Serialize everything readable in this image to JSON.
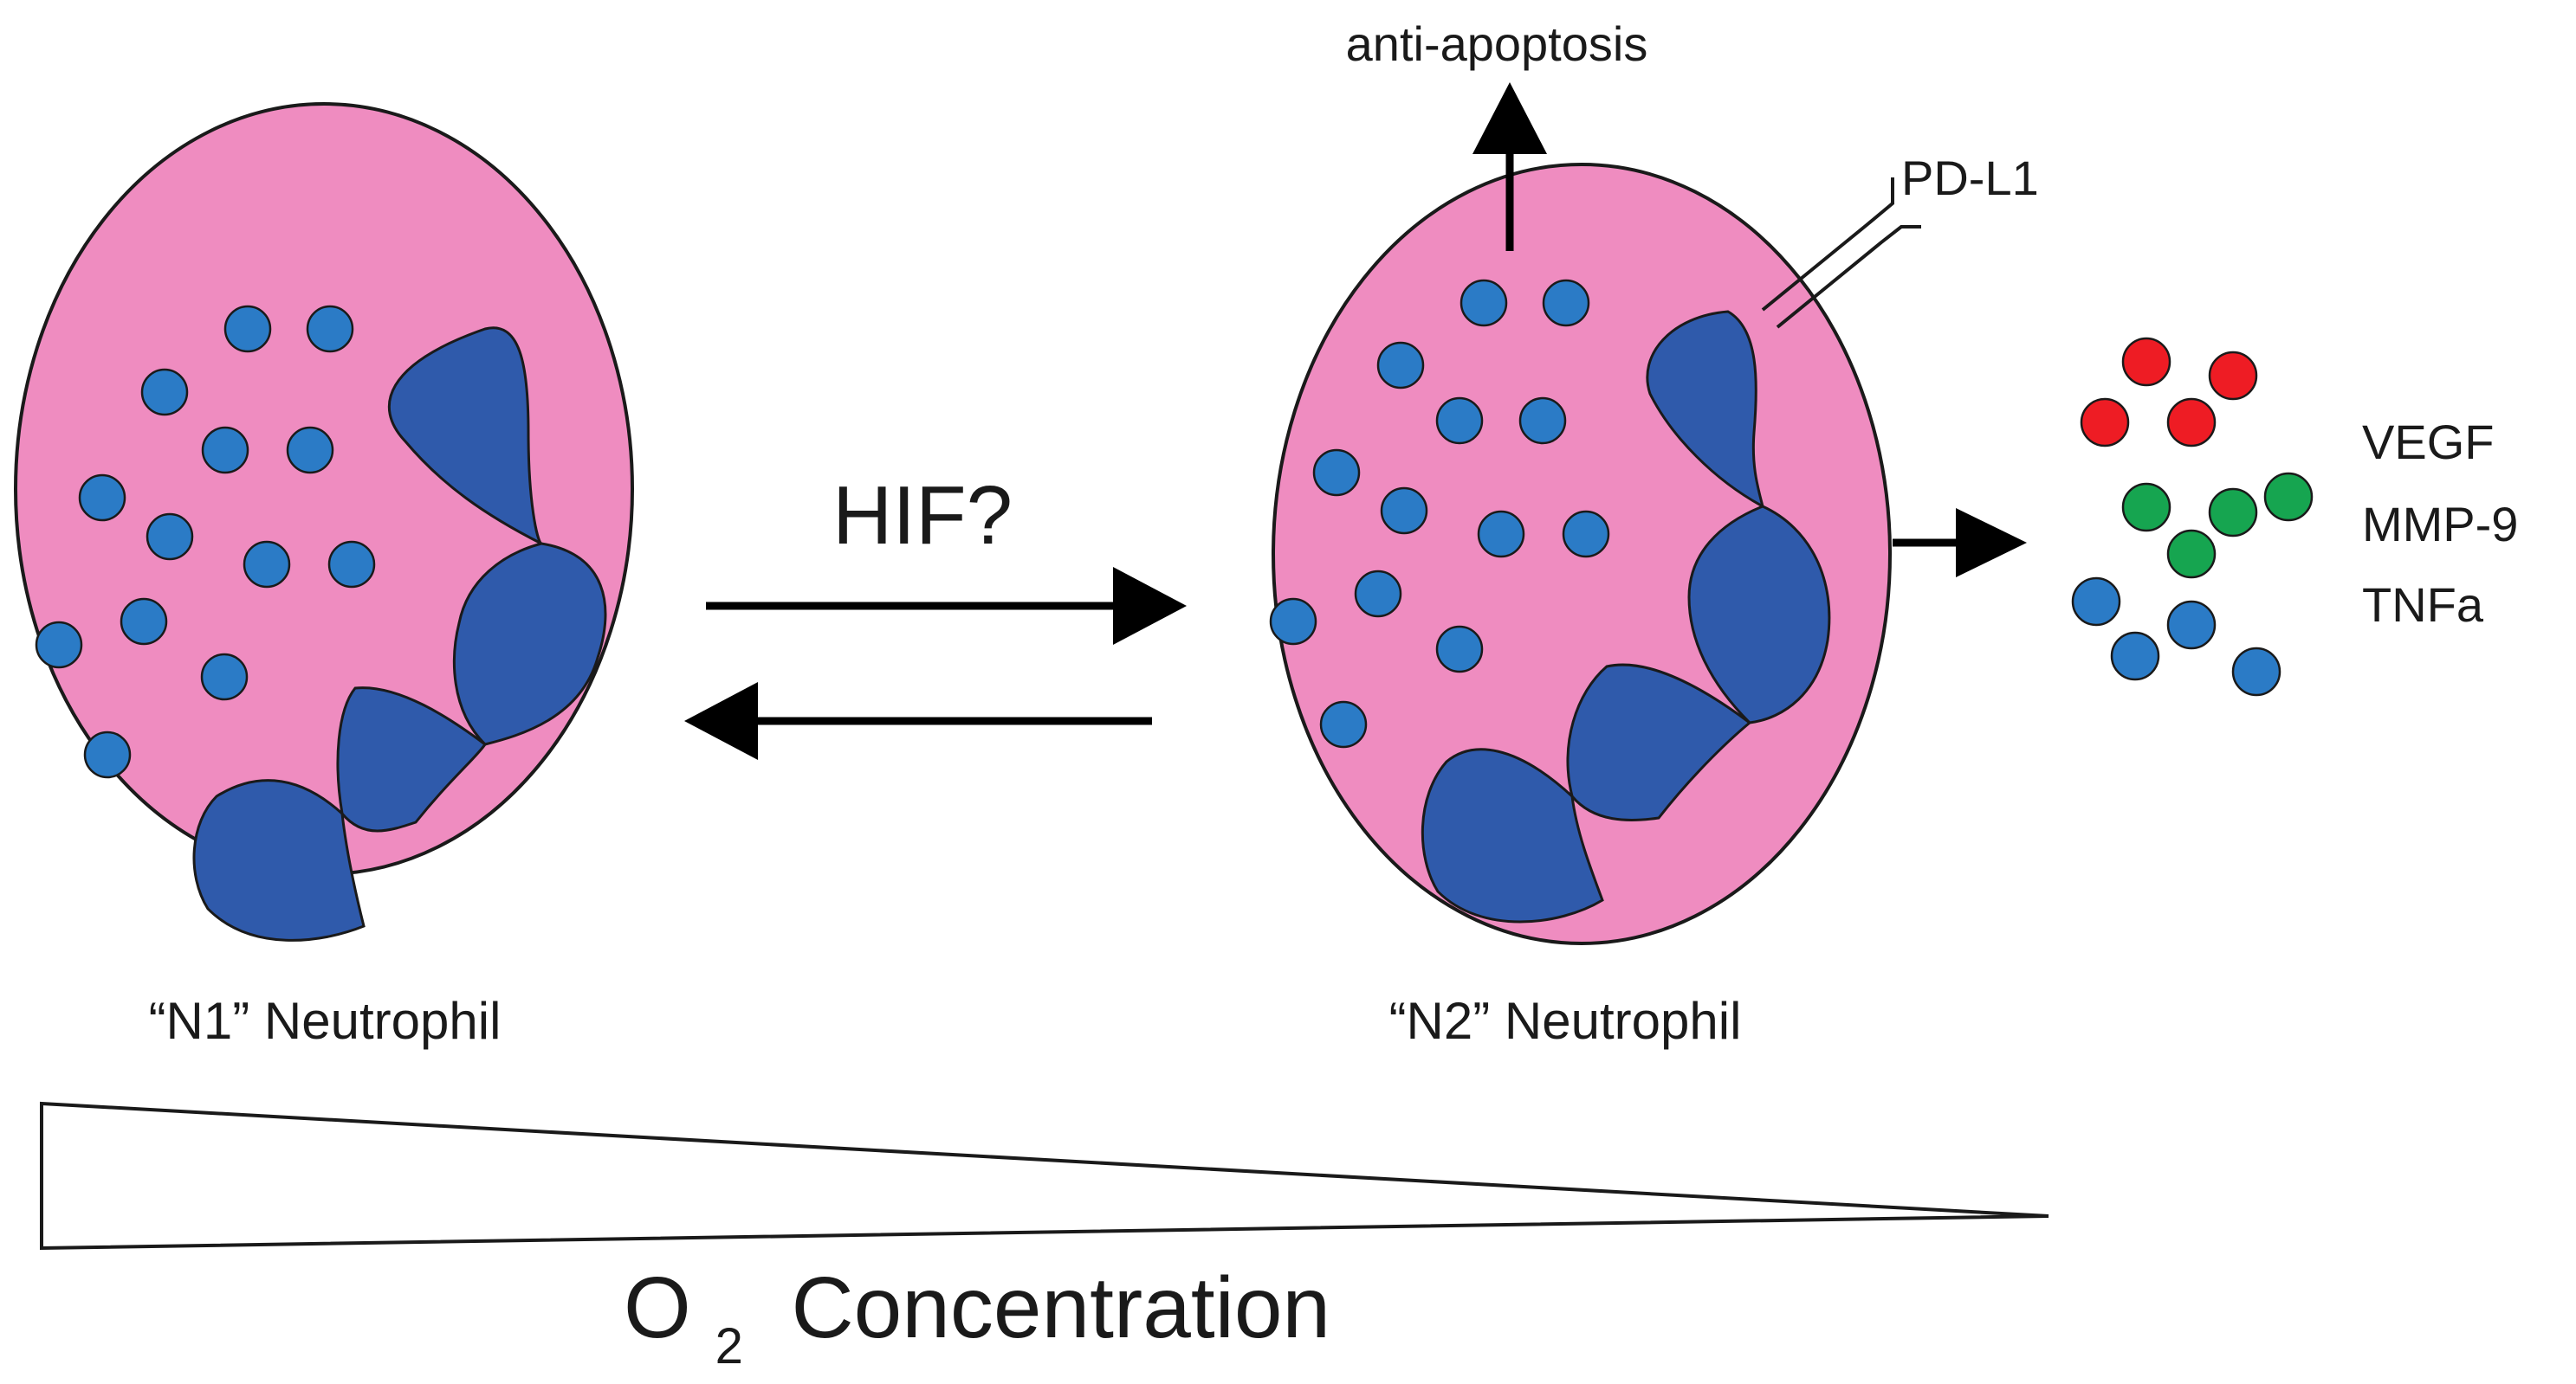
{
  "colors": {
    "cell_fill": "#ef8cc0",
    "nucleus": "#2f5aab",
    "granule_blue": "#2b7bc6",
    "vegf_red": "#ee1c24",
    "mmp9_green": "#16a550",
    "tnfa_blue": "#2b7bc6"
  },
  "labels": {
    "n1": "“N1” Neutrophil",
    "n2": "“N2” Neutrophil",
    "hif": "HIF?",
    "anti_apoptosis": "anti-apoptosis",
    "pdl1": "PD-L1",
    "vegf": "VEGF",
    "mmp9": "MMP-9",
    "tnfa": "TNFa",
    "o2_main": "O",
    "o2_sub": "2",
    "o2_rest": " Concentration"
  },
  "icons": {
    "cell": "neutrophil-cell",
    "arrow": "arrow-icon",
    "receptor": "receptor-icon",
    "gradient": "wedge-gradient"
  }
}
